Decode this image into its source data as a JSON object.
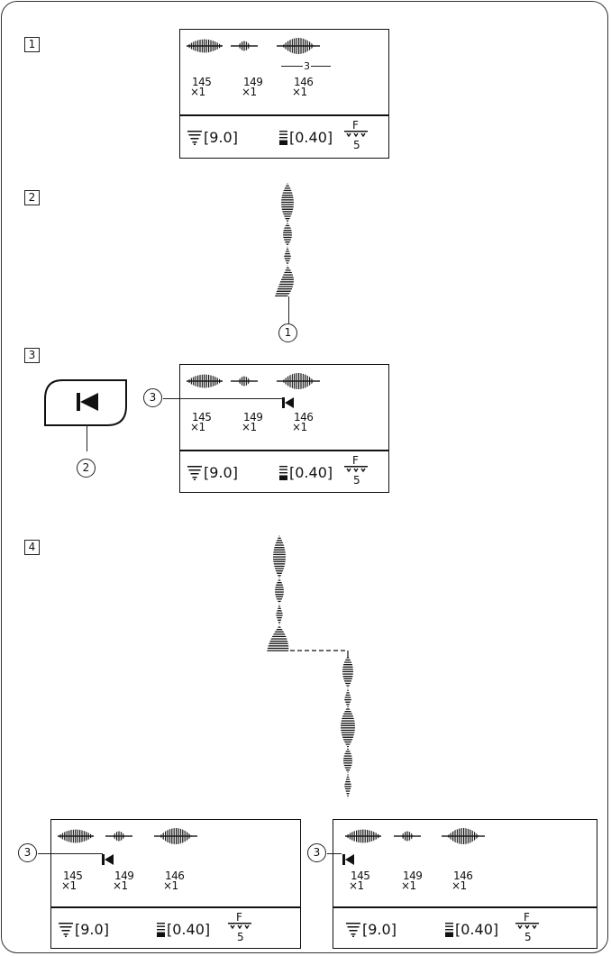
{
  "steps": [
    "1",
    "2",
    "3",
    "4"
  ],
  "callouts": {
    "one": "1",
    "two": "2",
    "three": "3"
  },
  "patterns": [
    {
      "number": "145",
      "count": "×1"
    },
    {
      "number": "149",
      "count": "×1"
    },
    {
      "number": "146",
      "count": "×1"
    }
  ],
  "group_size": "3",
  "status": {
    "width": "[9.0]",
    "length": "[0.40]",
    "feed_letter": "F",
    "feed_number": "5"
  },
  "button": {
    "icon": "skip-to-start-icon"
  },
  "icons": [
    "satin-stitch-wide-icon",
    "satin-stitch-narrow-icon",
    "stitch-width-icon",
    "stitch-length-icon",
    "feed-dog-icon",
    "cursor-icon"
  ]
}
